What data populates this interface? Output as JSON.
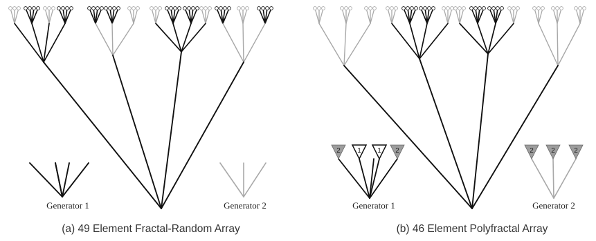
{
  "panels": [
    {
      "caption": "(a) 49 Element Fractal-Random Array",
      "generators": [
        "Generator 1",
        "Generator 2"
      ]
    },
    {
      "caption": "(b) 46 Element Polyfractal Array",
      "generators": [
        "Generator 1",
        "Generator 2"
      ],
      "badges": [
        "2",
        "1",
        "1",
        "2",
        "2",
        "2",
        "2"
      ]
    }
  ],
  "colors": {
    "dark": "#111111",
    "light": "#a8a8a8",
    "badge_fill": "#9d9d9d",
    "node_fill": "#ffffff"
  }
}
